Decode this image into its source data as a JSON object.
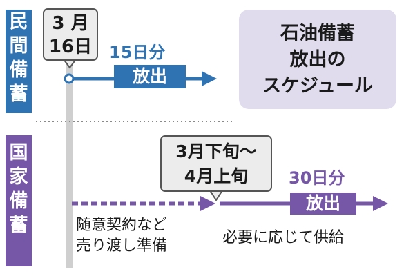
{
  "title": {
    "lines": [
      "石油備蓄",
      "放出の",
      "スケジュール"
    ]
  },
  "categories": {
    "private": {
      "chars": [
        "民",
        "間",
        "備",
        "蓄"
      ]
    },
    "national": {
      "chars": [
        "国",
        "家",
        "備",
        "蓄"
      ]
    }
  },
  "dates": {
    "mar16": {
      "lines": [
        "3 月",
        "16日"
      ]
    },
    "late_mar_early_apr": {
      "lines": [
        "3月下旬～",
        "4月上旬"
      ]
    }
  },
  "private_release": {
    "duration": "15日分",
    "label": "放出"
  },
  "national_release": {
    "duration": "30日分",
    "label": "放出",
    "prep_caption": [
      "随意契約など",
      "売り渡し準備"
    ],
    "supply_caption": "必要に応じて供給"
  },
  "colors": {
    "private": "#2f73b3",
    "national": "#7656a6",
    "title_bg": "#e1dced",
    "axis": "#cfcfcf"
  }
}
